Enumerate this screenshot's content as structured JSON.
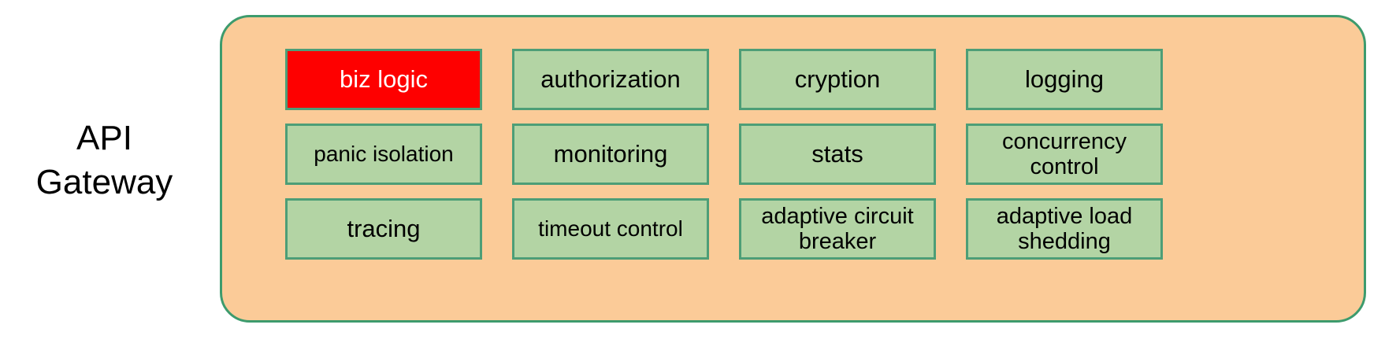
{
  "diagram": {
    "side_label": "API\nGateway",
    "panel_name": "api-gateway-panel",
    "colors": {
      "panel_fill": "#fbcb98",
      "panel_border": "#3d9b6d",
      "cell_fill": "#b3d4a4",
      "cell_border": "#4d9e77",
      "highlight_fill": "#fe0000",
      "highlight_text": "#ffffff",
      "text": "#000000",
      "background": "#ffffff"
    },
    "rows": [
      {
        "cells": [
          {
            "label": "biz logic",
            "highlight": true,
            "lines": 1
          },
          {
            "label": "authorization",
            "highlight": false,
            "lines": 1
          },
          {
            "label": "cryption",
            "highlight": false,
            "lines": 1
          },
          {
            "label": "logging",
            "highlight": false,
            "lines": 1
          }
        ]
      },
      {
        "cells": [
          {
            "label": "panic isolation",
            "highlight": false,
            "lines": 1
          },
          {
            "label": "monitoring",
            "highlight": false,
            "lines": 1
          },
          {
            "label": "stats",
            "highlight": false,
            "lines": 1
          },
          {
            "label": "concurrency\ncontrol",
            "highlight": false,
            "lines": 2
          }
        ]
      },
      {
        "cells": [
          {
            "label": "tracing",
            "highlight": false,
            "lines": 1
          },
          {
            "label": "timeout control",
            "highlight": false,
            "lines": 1
          },
          {
            "label": "adaptive circuit\nbreaker",
            "highlight": false,
            "lines": 2
          },
          {
            "label": "adaptive load\nshedding",
            "highlight": false,
            "lines": 2
          }
        ]
      }
    ]
  }
}
